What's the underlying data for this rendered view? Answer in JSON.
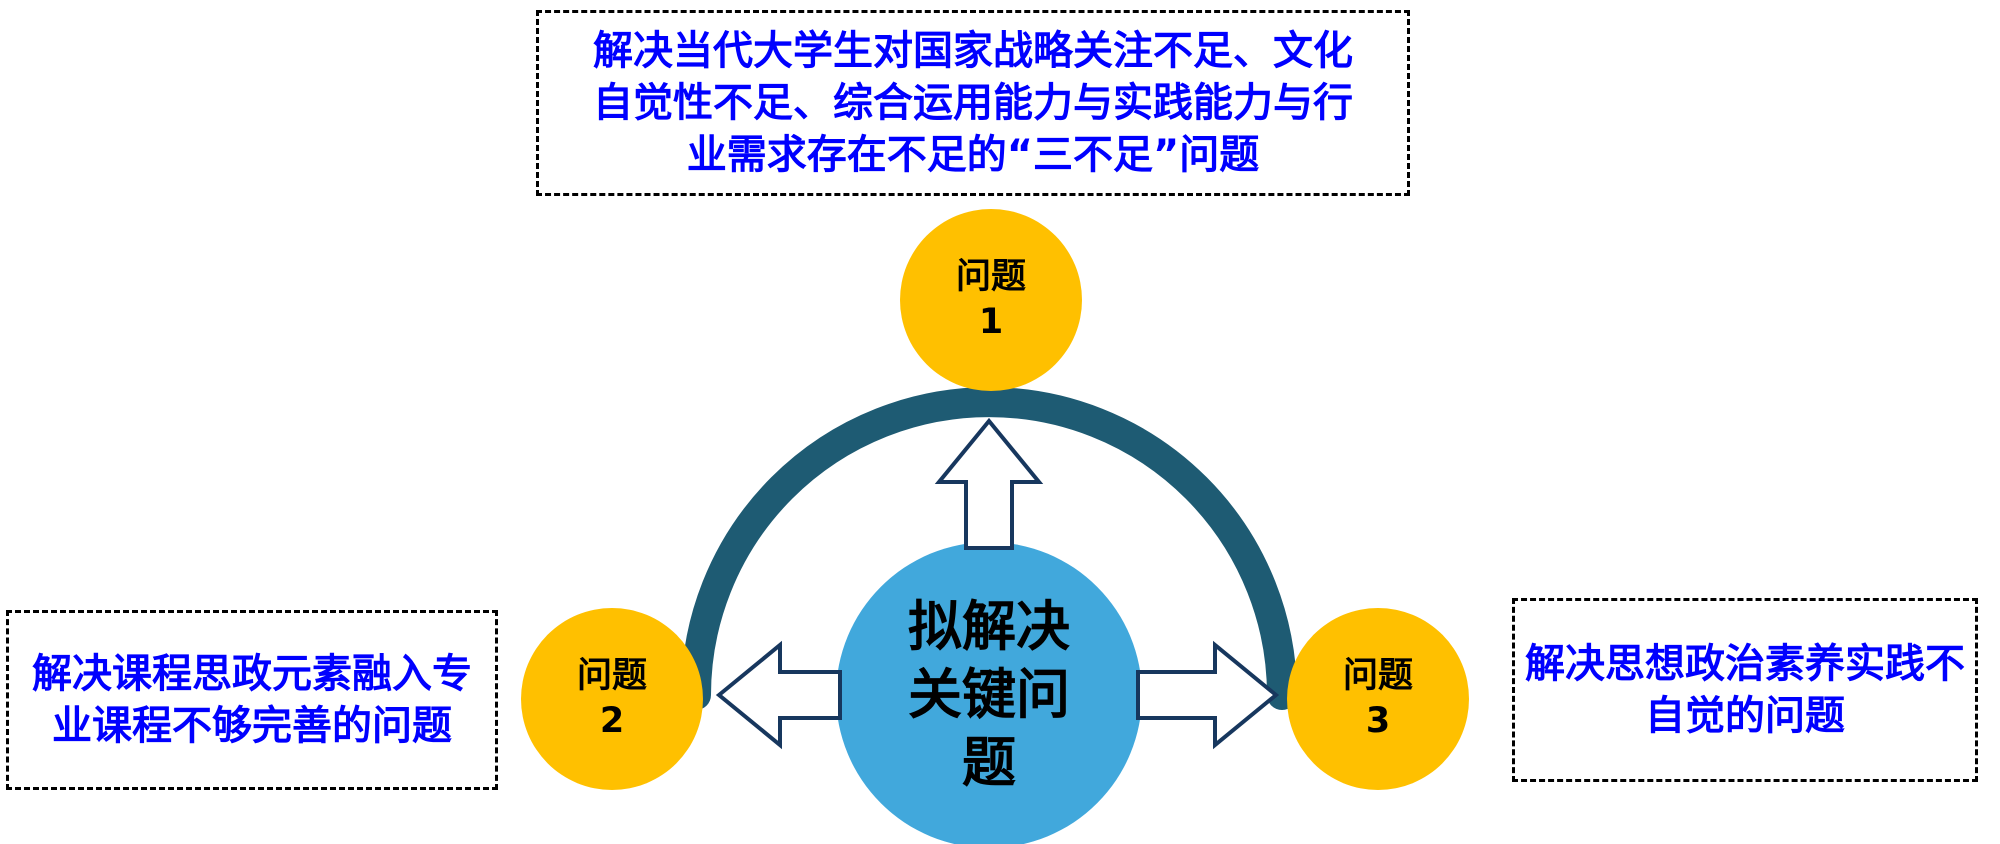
{
  "diagram": {
    "center": {
      "lines": [
        "拟解决",
        "关键问",
        "题"
      ]
    },
    "problems": [
      {
        "label": "问题",
        "number": "1"
      },
      {
        "label": "问题",
        "number": "2"
      },
      {
        "label": "问题",
        "number": "3"
      }
    ],
    "boxes": {
      "top": {
        "lines": [
          "解决当代大学生对国家战略关注不足、文化",
          "自觉性不足、综合运用能力与实践能力与行",
          "业需求存在不足的“三不足”问题"
        ]
      },
      "left": {
        "lines": [
          "解决课程思政元素融入专",
          "业课程不够完善的问题"
        ]
      },
      "right": {
        "lines": [
          "解决思想政治素养实践不",
          "自觉的问题"
        ]
      }
    },
    "colors": {
      "problem_circle": "#FFC000",
      "center_circle": "#41A8DC",
      "arc": "#1E5B73",
      "arrow_outline": "#17375E",
      "arrow_fill": "#FFFFFF",
      "box_text": "#0000FF",
      "box_border": "#000000"
    }
  }
}
